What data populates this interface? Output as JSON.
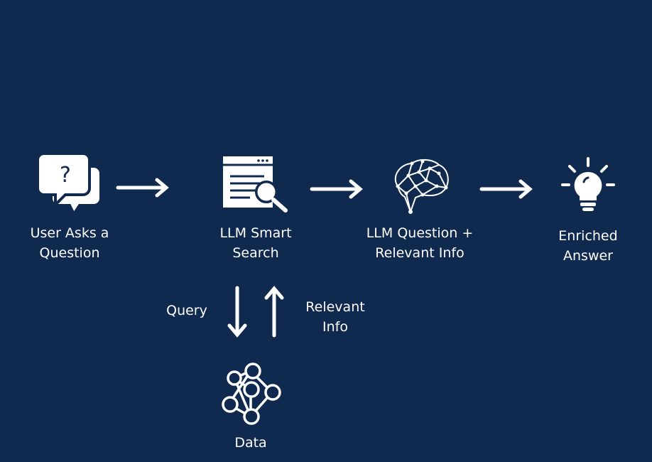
{
  "steps": [
    {
      "line1": "User Asks a",
      "line2": "Question",
      "icon": "question-chat-icon"
    },
    {
      "line1": "LLM Smart",
      "line2": "Search",
      "icon": "search-document-icon"
    },
    {
      "line1": "LLM Question +",
      "line2": "Relevant Info",
      "icon": "brain-network-icon"
    },
    {
      "line1": "Enriched",
      "line2": "Answer",
      "icon": "lightbulb-icon"
    }
  ],
  "flow": {
    "query_label": "Query",
    "relevant_line1": "Relevant",
    "relevant_line2": "Info",
    "data_label": "Data",
    "data_icon": "data-network-icon"
  },
  "colors": {
    "background": "#10294f",
    "foreground": "#ffffff"
  }
}
